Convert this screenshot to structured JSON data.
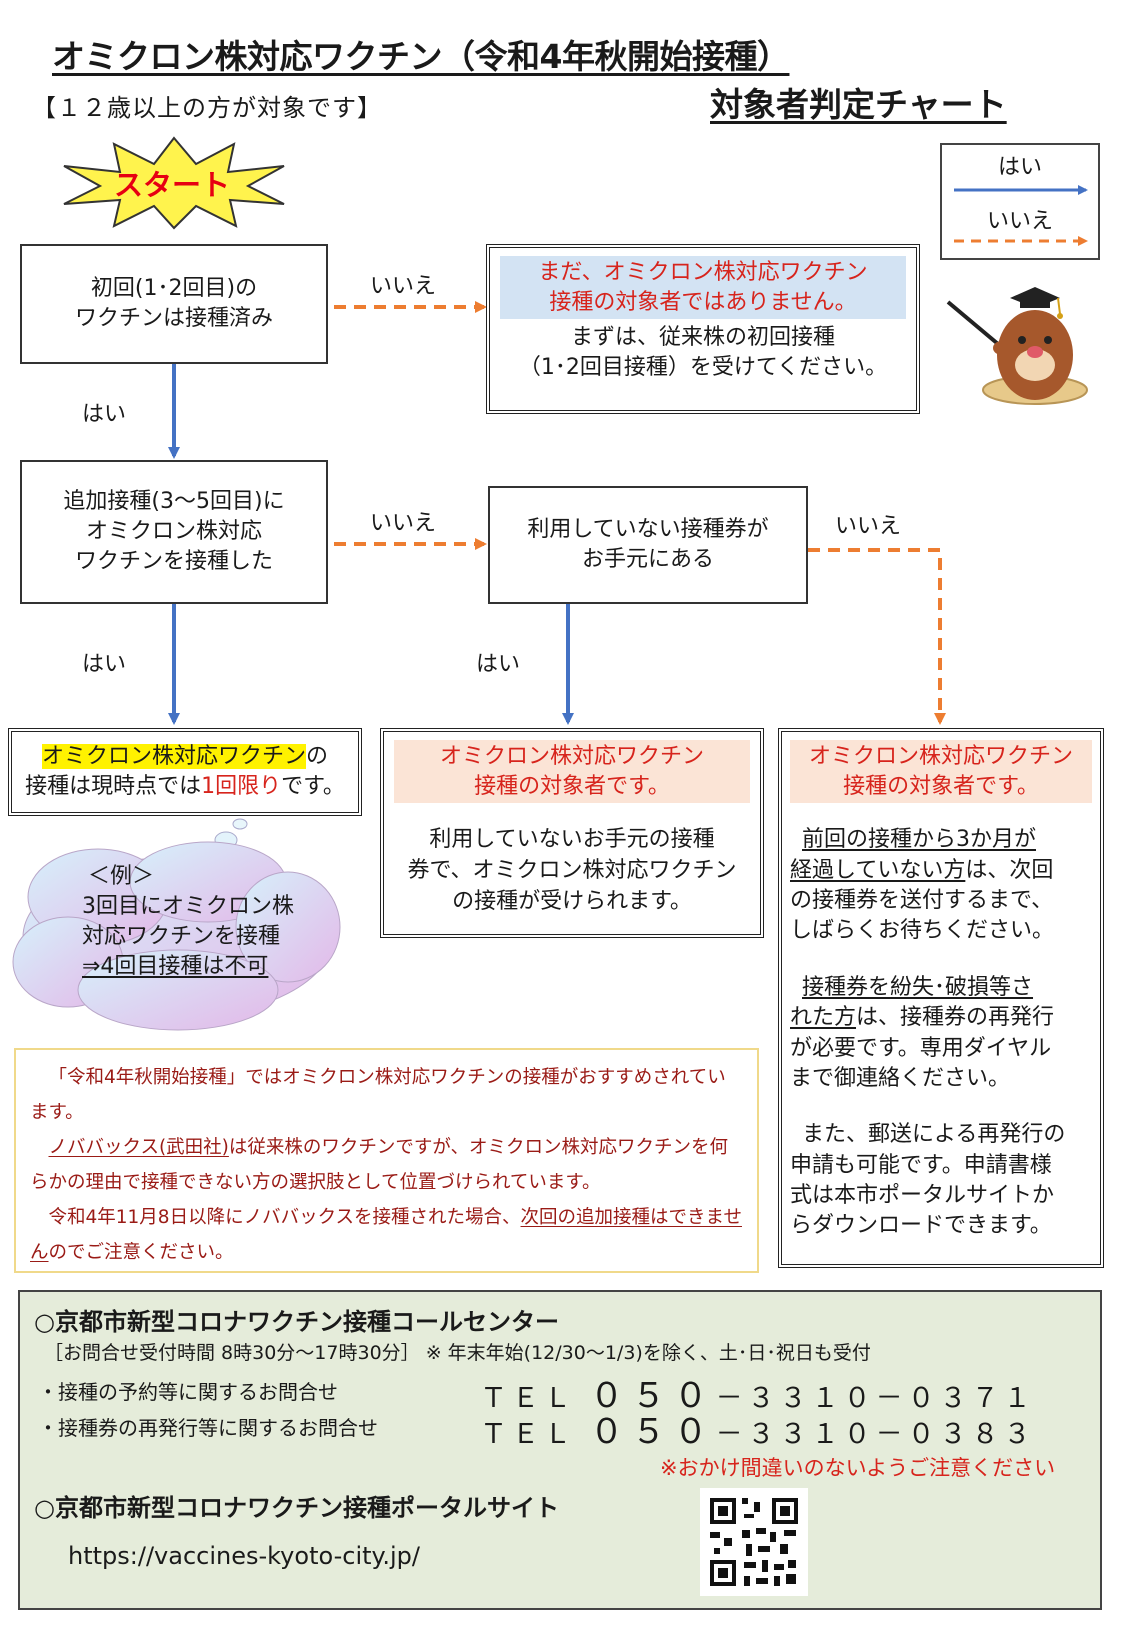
{
  "header": {
    "title": "オミクロン株対応ワクチン（令和4年秋開始接種）",
    "subtitle": "対象者判定チャート",
    "target_note": "【１２歳以上の方が対象です】"
  },
  "start": {
    "label": "スタート"
  },
  "legend": {
    "yes_label": "はい",
    "no_label": "いいえ",
    "yes_color": "#4472c4",
    "no_color": "#ed7d31"
  },
  "nodes": {
    "q1": {
      "line1": "初回(1･2回目)の",
      "line2": "ワクチンは接種済み"
    },
    "q2": {
      "line1": "追加接種(3～5回目)に",
      "line2": "オミクロン株対応",
      "line3": "ワクチンを接種した"
    },
    "q3": {
      "line1": "利用していない接種券が",
      "line2": "お手元にある"
    },
    "not_eligible": {
      "head1": "まだ、オミクロン株対応ワクチン",
      "head2": "接種の対象者ではありません。",
      "body1": "まずは、従来株の初回接種",
      "body2": "（1･2回目接種）を受けてください。"
    },
    "once_only": {
      "part1": "オミクロン株対応ワクチン",
      "part2": "の",
      "part3": "接種は現時点では",
      "part4": "1回限り",
      "part5": "です。"
    },
    "eligible_ticket": {
      "head1": "オミクロン株対応ワクチン",
      "head2": "接種の対象者です。",
      "body1": "利用していないお手元の接種",
      "body2": "券で、オミクロン株対応ワクチン",
      "body3": "の接種が受けられます。"
    },
    "eligible_noticket": {
      "head1": "オミクロン株対応ワクチン",
      "head2": "接種の対象者です。",
      "p1a": "前回の接種から3か月が",
      "p1b": "経過していない方",
      "p1c": "は、次回",
      "p1d": "の接種券を送付するまで、",
      "p1e": "しばらくお待ちください。",
      "p2a": "接種券を紛失･破損等さ",
      "p2b": "れた方",
      "p2c": "は、接種券の再発行",
      "p2d": "が必要です。専用ダイヤル",
      "p2e": "まで御連絡ください。",
      "p3a": "また、郵送による再発行の",
      "p3b": "申請も可能です。申請書様",
      "p3c": "式は本市ポータルサイトか",
      "p3d": "らダウンロードできます。"
    }
  },
  "edges": {
    "q1_no": "いいえ",
    "q1_yes": "はい",
    "q2_no": "いいえ",
    "q2_yes": "はい",
    "q3_no": "いいえ",
    "q3_yes": "はい"
  },
  "example": {
    "line1": "＜例＞",
    "line2": "3回目にオミクロン株",
    "line3": "対応ワクチンを接種",
    "line4": "⇒4回目接種は不可"
  },
  "notice": {
    "p1": "「令和4年秋開始接種」ではオミクロン株対応ワクチンの接種がおすすめされています。",
    "p2a": "ノババックス(武田社)",
    "p2b": "は従来株のワクチンですが、オミクロン株対応ワクチンを何らかの理由で接種できない方の選択肢として位置づけられています。",
    "p3a": "令和4年11月8日以降にノババックスを接種された場合、",
    "p3b": "次回の追加接種はできません",
    "p3c": "のでご注意ください。"
  },
  "contact": {
    "call_center": "○京都市新型コロナワクチン接種コールセンター",
    "hours": "［お問合せ受付時間 8時30分～17時30分］ ※ 年末年始(12/30～1/3)を除く、土･日･祝日も受付",
    "line1_label": "・接種の予約等に関するお問合せ",
    "line2_label": "・接種券の再発行等に関するお問合せ",
    "tel_prefix": "ＴＥＬ",
    "tel1_a": "０５０",
    "tel1_b": "－３３１０－０３７１",
    "tel2_a": "０５０",
    "tel2_b": "－３３１０－０３８３",
    "caution": "※おかけ間違いのないようご注意ください",
    "portal": "○京都市新型コロナワクチン接種ポータルサイト",
    "url": "https://vaccines-kyoto-city.jp/"
  }
}
